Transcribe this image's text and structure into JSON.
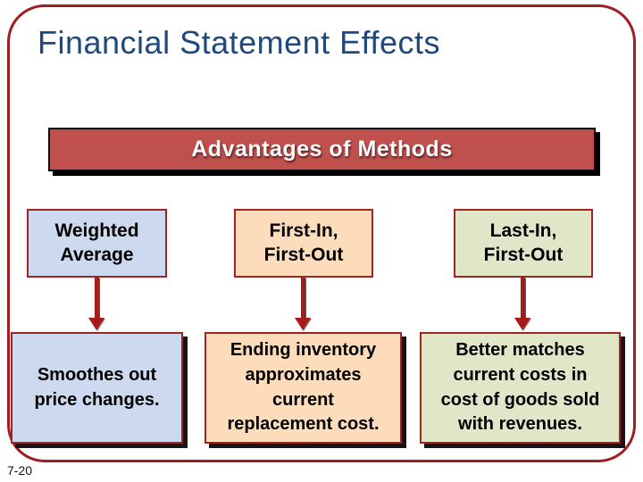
{
  "slide": {
    "title": "Financial Statement Effects",
    "banner": "Advantages of Methods",
    "page_number": "7-20"
  },
  "columns": [
    {
      "id": "weighted-average",
      "header_lines": [
        "Weighted",
        "Average"
      ],
      "body_lines": [
        "Smoothes out",
        "price changes."
      ],
      "fill": "#ccd9ee"
    },
    {
      "id": "first-in-first-out",
      "header_lines": [
        "First-In,",
        "First-Out"
      ],
      "body_lines": [
        "Ending inventory",
        "approximates",
        "current",
        "replacement cost."
      ],
      "fill": "#fcdcba"
    },
    {
      "id": "last-in-first-out",
      "header_lines": [
        "Last-In,",
        "First-Out"
      ],
      "body_lines": [
        "Better matches",
        "current costs in",
        "cost of goods sold",
        "with revenues."
      ],
      "fill": "#dfe7c8"
    }
  ],
  "colors": {
    "title_text": "#1f497d",
    "banner_fill": "#bf504d",
    "banner_text": "#ffffff",
    "banner_border": "#0a0a0a",
    "frame_border": "#a01d20",
    "box_border": "#a32222",
    "arrow": "#a81a1a",
    "body_text": "#000000",
    "drop_shadow": "#000000",
    "background": "#ffffff"
  }
}
